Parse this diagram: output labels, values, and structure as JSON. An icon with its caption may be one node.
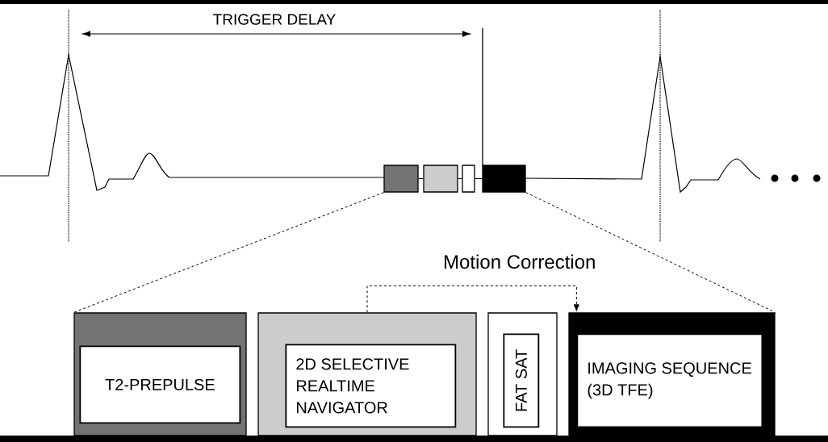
{
  "diagram": {
    "nodes": [
      {
        "text": [],
        "shape": "box"
      },
      {
        "text": [],
        "shape": "box"
      },
      {
        "text": [],
        "shape": "box"
      },
      {
        "text": [],
        "shape": "box"
      },
      {
        "text": [],
        "shape": "box"
      },
      {
        "text": [
          "T2-PREPULSE"
        ],
        "in": 4
      },
      {
        "text": [],
        "shape": "box"
      },
      {
        "text": [
          "2D SELECTIVE REALTIME NAVIGATOR"
        ],
        "in": 6
      },
      {
        "text": [],
        "shape": "box"
      },
      {
        "text": [
          "FAT SAT"
        ],
        "in": 8
      },
      {
        "text": [],
        "shape": "box"
      },
      {
        "text": [
          "IMAGING SEQUENCE (3D TFE)"
        ],
        "in": 10
      }
    ],
    "edges": [
      {
        "from": 0,
        "to": 1,
        "arrow": "none"
      },
      {
        "from": 1,
        "to": 2,
        "arrow": "none"
      },
      {
        "from": 2,
        "to": 3,
        "arrow": "none"
      },
      {
        "from": 0,
        "to": 4,
        "arrow": "none",
        "style": "dashed"
      },
      {
        "from": 3,
        "to": 10,
        "arrow": "none",
        "style": "dashed"
      },
      {
        "from": 6,
        "to": 10,
        "arrow": "to",
        "style": "dashed",
        "label": "Motion Correction"
      }
    ],
    "labels": [
      "TRIGGER DELAY"
    ]
  }
}
